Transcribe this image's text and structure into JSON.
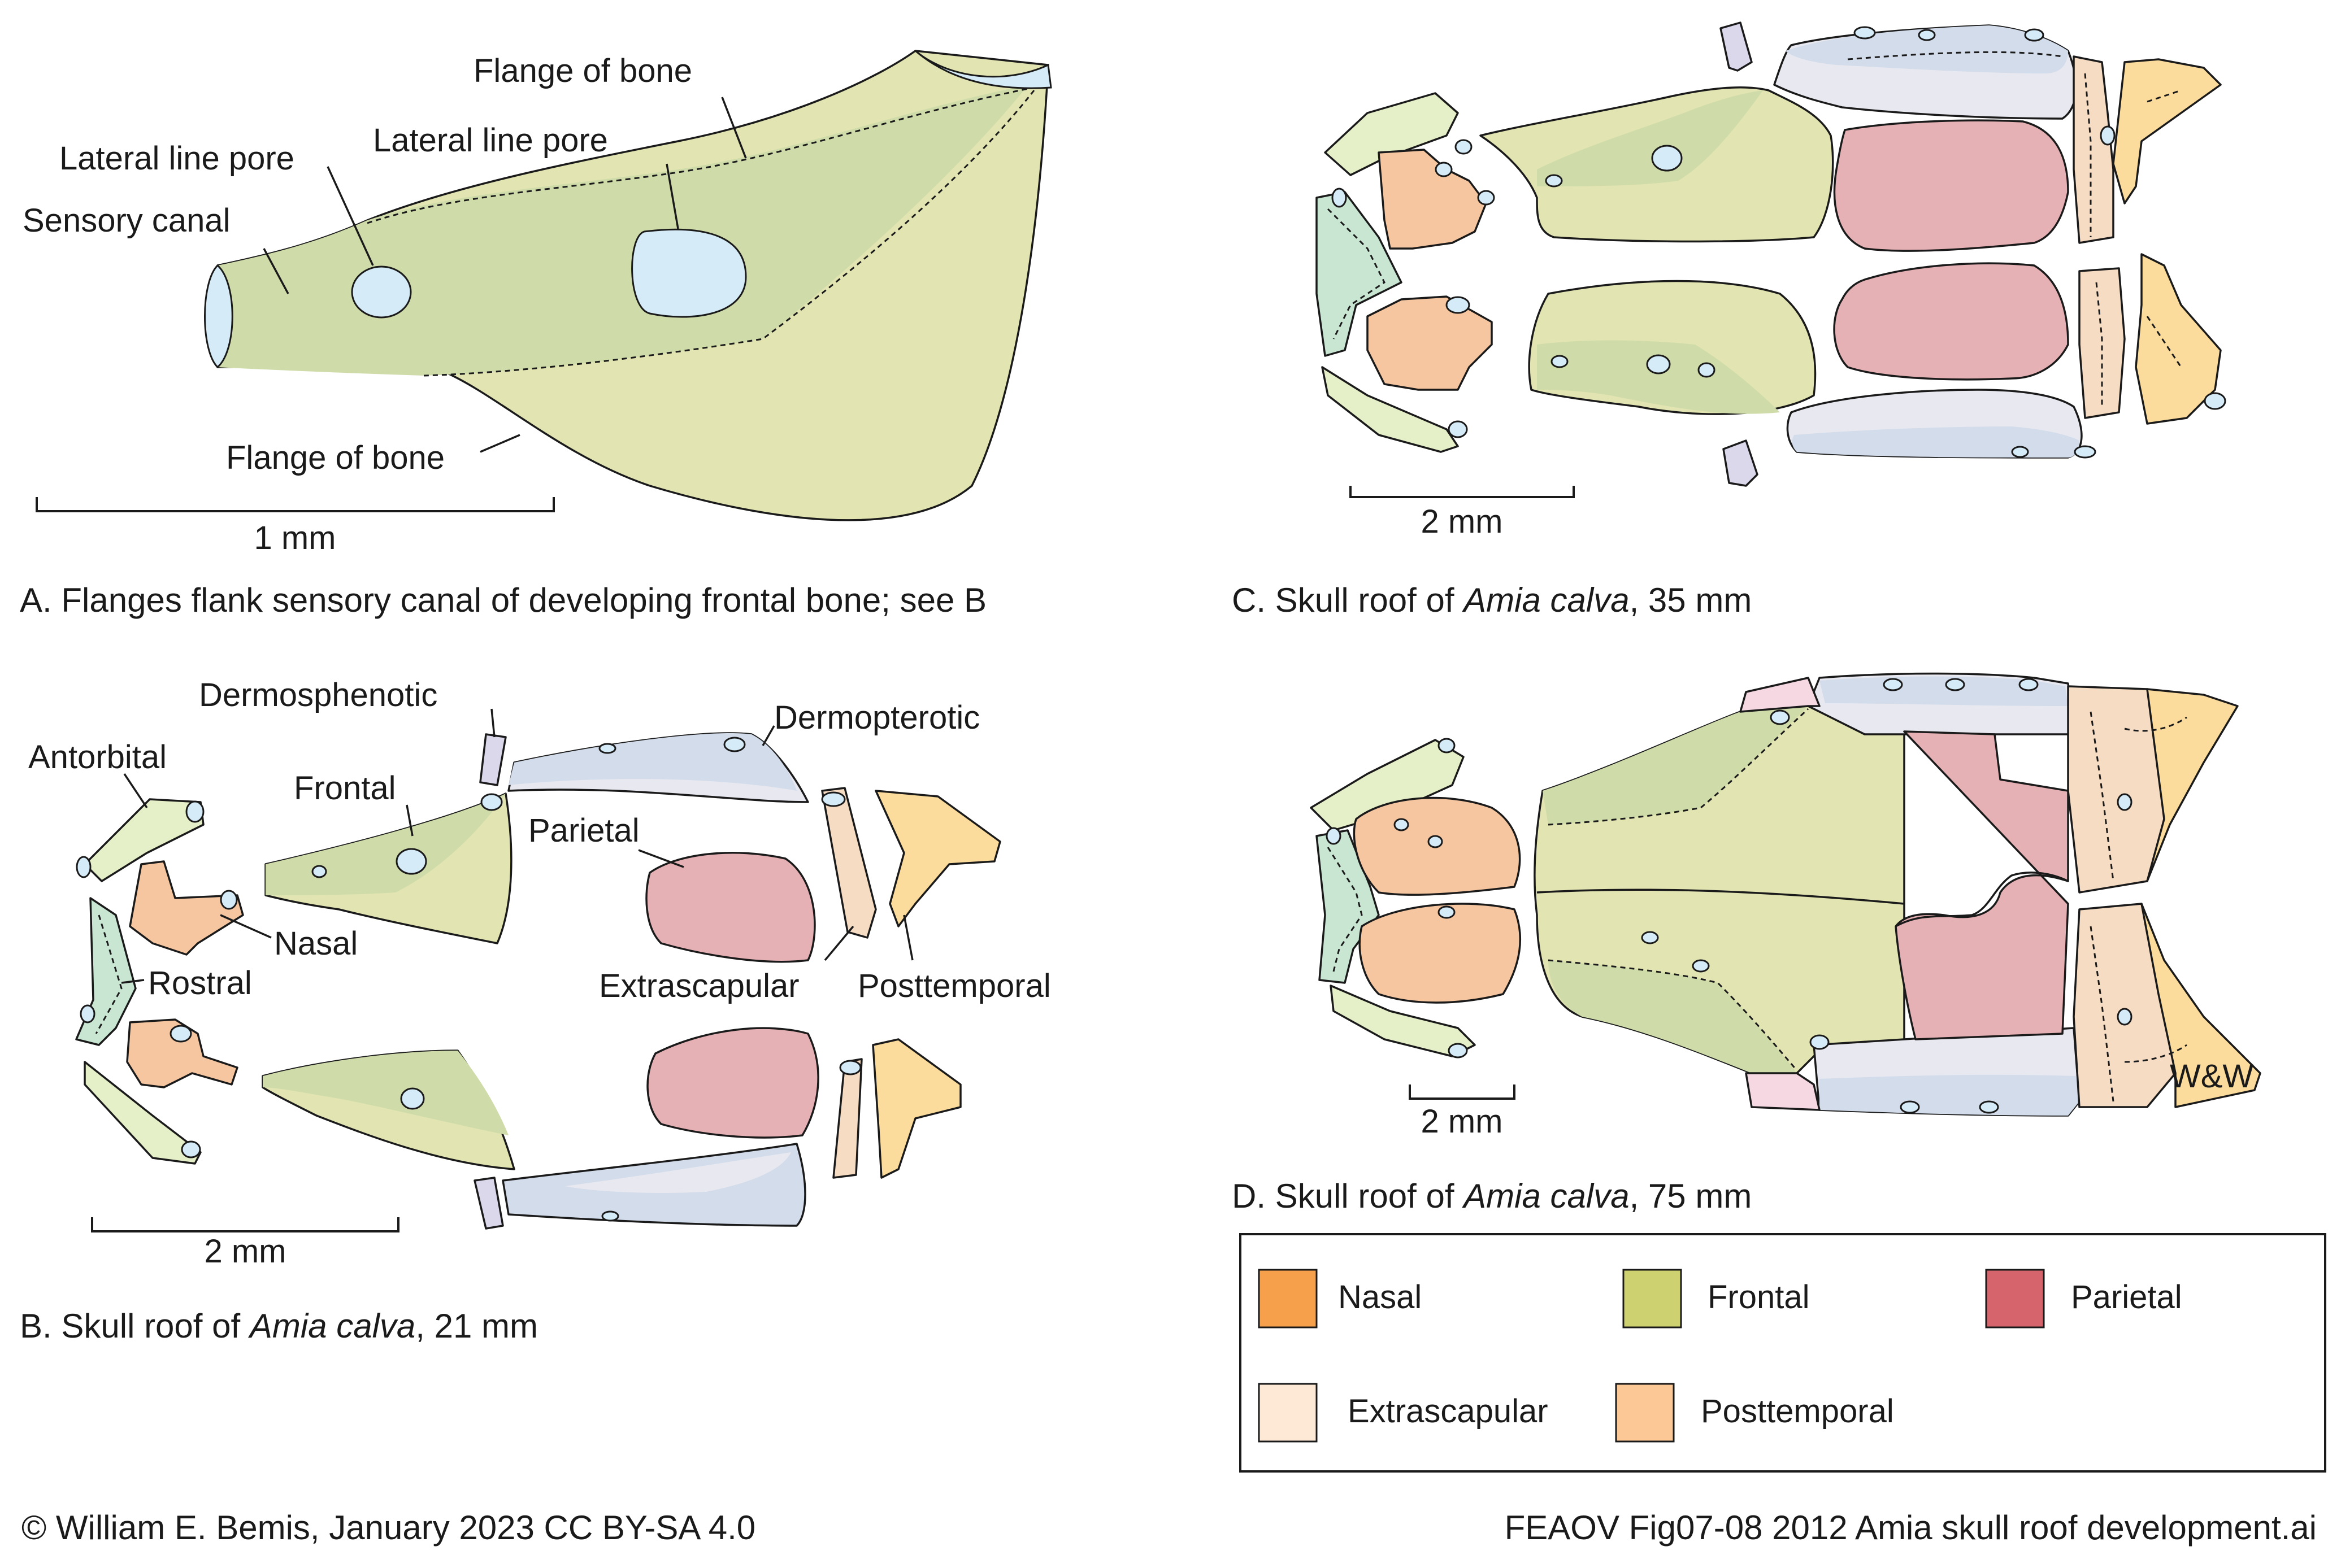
{
  "colors": {
    "frontal_light": "#e2e4b2",
    "frontal_mid": "#cfdcaa",
    "canal_blue": "#d5ebf8",
    "nasal": "#f6c6a0",
    "rostral": "#c9e6d3",
    "antorbital": "#e5efc8",
    "dermosphenotic": "#dcd8ec",
    "dermopterotic": "#d3dcea",
    "dermopterotic_light": "#e8e8f0",
    "parietal": "#e6b1b4",
    "extrascapular": "#f7dcc4",
    "posttemporal": "#fbdc9c",
    "pink_bone": "#f5d8e2",
    "legend_nasal": "#f7a04b",
    "legend_frontal": "#cdd16f",
    "legend_parietal": "#d5646c",
    "legend_extrascapular": "#fde9d6",
    "legend_posttemporal": "#fbc896"
  },
  "panel_a": {
    "labels": {
      "flange_top": "Flange of bone",
      "pore_right": "Lateral line pore",
      "pore_left": "Lateral line pore",
      "sensory_canal": "Sensory canal",
      "flange_bottom": "Flange of bone"
    },
    "scale": "1 mm",
    "caption": "A. Flanges flank sensory canal of developing frontal bone; see B"
  },
  "panel_b": {
    "labels": {
      "dermosphenotic": "Dermosphenotic",
      "dermopterotic": "Dermopterotic",
      "antorbital": "Antorbital",
      "frontal": "Frontal",
      "parietal": "Parietal",
      "nasal": "Nasal",
      "rostral": "Rostral",
      "extrascapular": "Extrascapular",
      "posttemporal": "Posttemporal"
    },
    "scale": "2 mm",
    "caption_prefix": "B. Skull roof of ",
    "caption_species": "Amia calva",
    "caption_suffix": ", 21 mm"
  },
  "panel_c": {
    "scale": "2 mm",
    "caption_prefix": "C. Skull roof of ",
    "caption_species": "Amia calva",
    "caption_suffix": ", 35 mm"
  },
  "panel_d": {
    "signature": "W&W",
    "scale": "2 mm",
    "caption_prefix": "D. Skull roof of ",
    "caption_species": "Amia calva",
    "caption_suffix": ", 75 mm"
  },
  "legend": {
    "items": [
      {
        "label": "Nasal",
        "swatch": "#f7a04b"
      },
      {
        "label": "Frontal",
        "swatch": "#cdd16f"
      },
      {
        "label": "Parietal",
        "swatch": "#d5646c"
      },
      {
        "label": "Extrascapular",
        "swatch": "#fde9d6"
      },
      {
        "label": "Posttemporal",
        "swatch": "#fbc896"
      }
    ]
  },
  "footer": {
    "copyright": "© William E. Bemis, January 2023 CC BY-SA 4.0",
    "filename": "FEAOV Fig07-08 2012 Amia skull roof development.ai"
  }
}
